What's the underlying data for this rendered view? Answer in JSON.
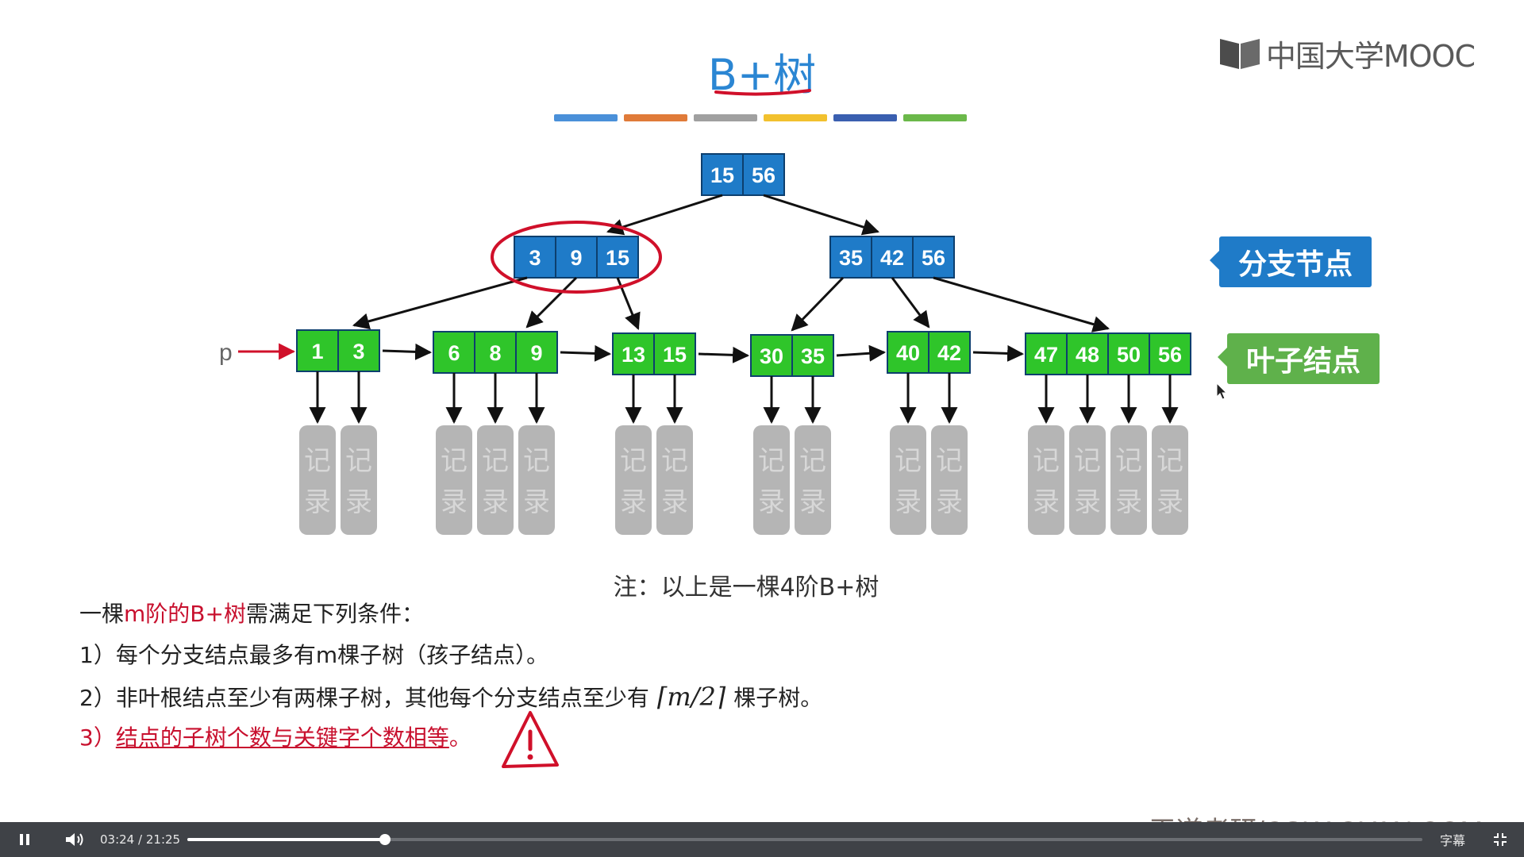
{
  "brand": {
    "logo_text": "中国大学MOOC",
    "watermark": "王道考研/CSKAOYAN.COM"
  },
  "slide": {
    "title": "B+树",
    "divider_colors": [
      "#4a90d9",
      "#e07b39",
      "#a0a0a0",
      "#f2c12e",
      "#3a5fb0",
      "#6bb84a"
    ],
    "tags": {
      "branch": "分支节点",
      "leaf": "叶子结点"
    },
    "pointer_label": "p",
    "record_chars": [
      "记",
      "录"
    ],
    "note": "注：以上是一棵4阶B+树",
    "conditions": {
      "intro_pre": "一棵",
      "intro_red": "m阶的B+树",
      "intro_post": "需满足下列条件：",
      "c1": "1）每个分支结点最多有m棵子树（孩子结点）。",
      "c2_pre": "2）非叶根结点至少有两棵子树，其他每个分支结点至少有",
      "c2_formula": "⌈m/2⌉",
      "c2_post": "棵子树。",
      "c3_num": "3）",
      "c3_text": "结点的子树个数与关键字个数相等",
      "c3_end": "。"
    },
    "colors": {
      "branch": "#1f7bc8",
      "leaf": "#2fc52a",
      "record": "#b5b5b5",
      "accent_red": "#d0102a"
    }
  },
  "tree": {
    "root": {
      "keys": [
        "15",
        "56"
      ]
    },
    "branches": [
      {
        "keys": [
          "3",
          "9",
          "15"
        ]
      },
      {
        "keys": [
          "35",
          "42",
          "56"
        ]
      }
    ],
    "leaves": [
      {
        "keys": [
          "1",
          "3"
        ]
      },
      {
        "keys": [
          "6",
          "8",
          "9"
        ]
      },
      {
        "keys": [
          "13",
          "15"
        ]
      },
      {
        "keys": [
          "30",
          "35"
        ]
      },
      {
        "keys": [
          "40",
          "42"
        ]
      },
      {
        "keys": [
          "47",
          "48",
          "50",
          "56"
        ]
      }
    ]
  },
  "player": {
    "current_time": "03:24",
    "duration": "21:25",
    "separator": "/",
    "progress": 0.16,
    "subtitle_label": "字幕"
  }
}
